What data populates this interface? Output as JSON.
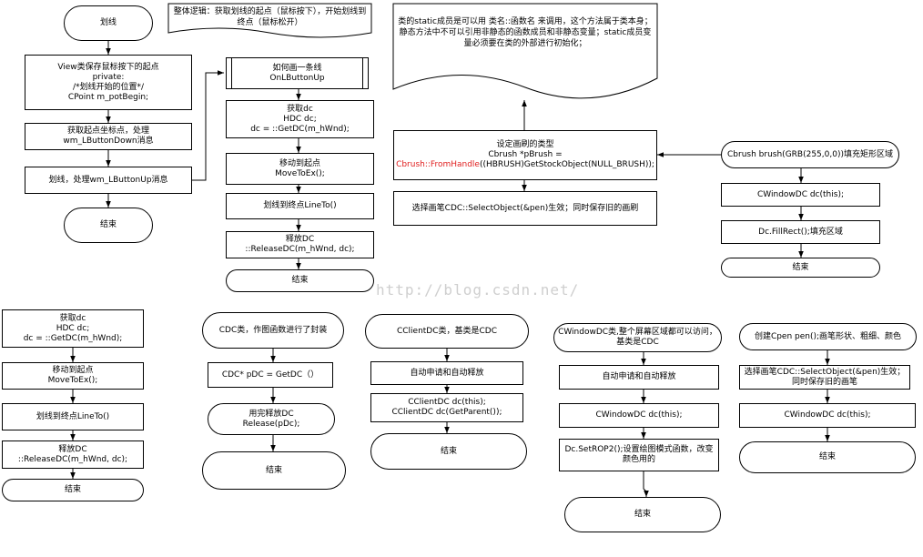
{
  "flow_a": {
    "start": "划线",
    "step1": [
      "View类保存鼠标按下的起点",
      "private:",
      "/*划线开始的位置*/",
      "CPoint m_potBegin;"
    ],
    "step2": [
      "获取起点坐标点，处理",
      "wm_LButtonDown消息"
    ],
    "step3": "划线，处理wm_LButtonUp消息",
    "end": "结束"
  },
  "logic_note": "整体逻辑：获取划线的起点（鼠标按下），开始划线到终点（鼠标松开）",
  "flow_b": {
    "title": [
      "如何画一条线",
      "OnLButtonUp"
    ],
    "step1": [
      "获取dc",
      "HDC dc;",
      "dc = ::GetDC(m_hWnd);"
    ],
    "step2": [
      "移动到起点",
      "MoveToEx();"
    ],
    "step3": "划线到终点LineTo()",
    "step4": [
      "释放DC",
      "::ReleaseDC(m_hWnd, dc);"
    ],
    "end": "结束"
  },
  "static_note": "类的static成员是可以用 类名::函数名 来调用，这个方法属于类本身；静态方法中不可以引用非静态的函数成员和非静态变量；static成员变量必须要在类的外部进行初始化；",
  "brush_flow": {
    "set_brush": {
      "title": "设定画刷的类型",
      "line2": "Cbrush *pBrush =",
      "line3_red": "Cbrush::FromHandle",
      "line3_rest": "((HBRUSH)GetStockObject(NULL_BRUSH));"
    },
    "select_pen": "选择画笔CDC::SelectObject(&pen)生效；同时保存旧的画刷"
  },
  "fill_flow": {
    "step1": "Cbrush brush(GRB(255,0,0))填充矩形区域",
    "step2": "CWindowDC dc(this);",
    "step3": "Dc.FillRect();填充区域",
    "end": "结束"
  },
  "watermark": "http://blog.csdn.net/",
  "bottom_a": {
    "step1": [
      "获取dc",
      "HDC dc;",
      "dc = ::GetDC(m_hWnd);"
    ],
    "step2": [
      "移动到起点",
      "MoveToEx();"
    ],
    "step3": "划线到终点LineTo()",
    "step4": [
      "释放DC",
      "::ReleaseDC(m_hWnd, dc);"
    ],
    "end": "结束"
  },
  "cdc_flow": {
    "start": "CDC类，作图函数进行了封装",
    "step1": "CDC* pDC = GetDC（）",
    "step2": [
      "用完释放DC",
      "Release(pDc);"
    ],
    "end": "结束"
  },
  "cclient_flow": {
    "start": "CClientDC类，基类是CDC",
    "step1": "自动申请和自动释放",
    "step2": [
      "CClientDC dc(this);",
      "CClientDC dc(GetParent());"
    ],
    "end": "结束"
  },
  "cwindow_flow": {
    "start": "CWindowDC类,整个屏幕区域都可以访问，基类是CDC",
    "step1": "自动申请和自动释放",
    "step2": "CWindowDC  dc(this);",
    "step3": "Dc.SetROP2();设置绘图模式函数，改变颜色用的",
    "end": "结束"
  },
  "pen_flow": {
    "start": "创建Cpen pen();画笔形状、粗细、颜色",
    "step1": "选择画笔CDC::SelectObject(&pen)生效；同时保存旧的画笔",
    "step2": "CWindowDC dc(this);",
    "end": "结束"
  }
}
